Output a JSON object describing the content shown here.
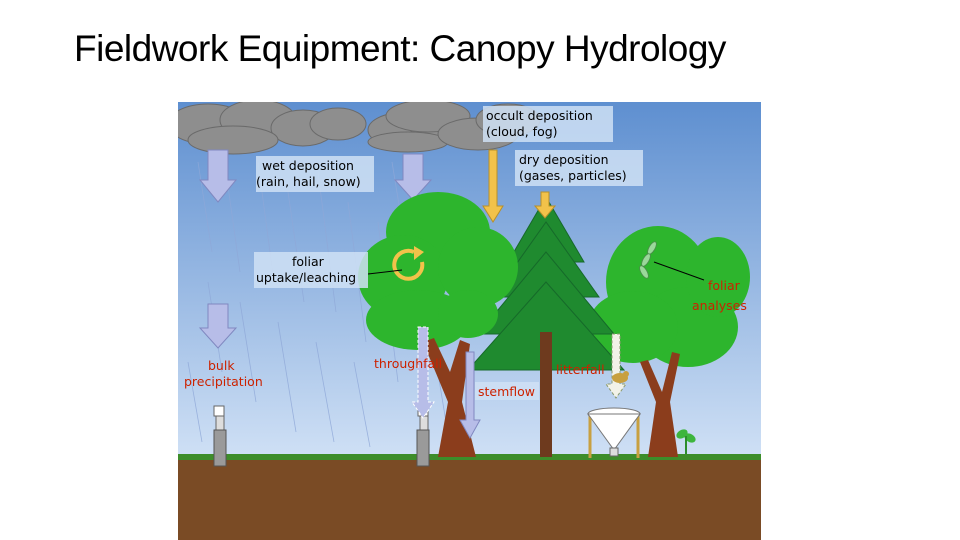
{
  "slide": {
    "title": "Fieldwork Equipment: Canopy Hydrology"
  },
  "labels": {
    "occult_1": "occult deposition",
    "occult_2": "(cloud, fog)",
    "dry_1": "dry deposition",
    "dry_2": "(gases, particles)",
    "wet_1": "wet deposition",
    "wet_2": "(rain, hail, snow)",
    "foliar_1": "foliar",
    "foliar_2": "uptake/leaching",
    "analyses_1": "foliar",
    "analyses_2": "analyses",
    "bulk_1": "bulk",
    "bulk_2": "precipitation",
    "throughfall": "throughfall",
    "stemflow": "stemflow",
    "litterfall": "litterfall"
  },
  "colors": {
    "sky_top": "#5e8fd0",
    "sky_bottom": "#cfe0f5",
    "ground": "#7a4b25",
    "grass": "#3d8d2a",
    "cloud": "#8e8e8e",
    "deciduous": "#2db52d",
    "conifer": "#1f8a2f",
    "trunk": "#8b3d1c",
    "arrow_rain": "#b7bde8",
    "arrow_gold": "#f2c24a",
    "red_label": "#cc2200"
  }
}
